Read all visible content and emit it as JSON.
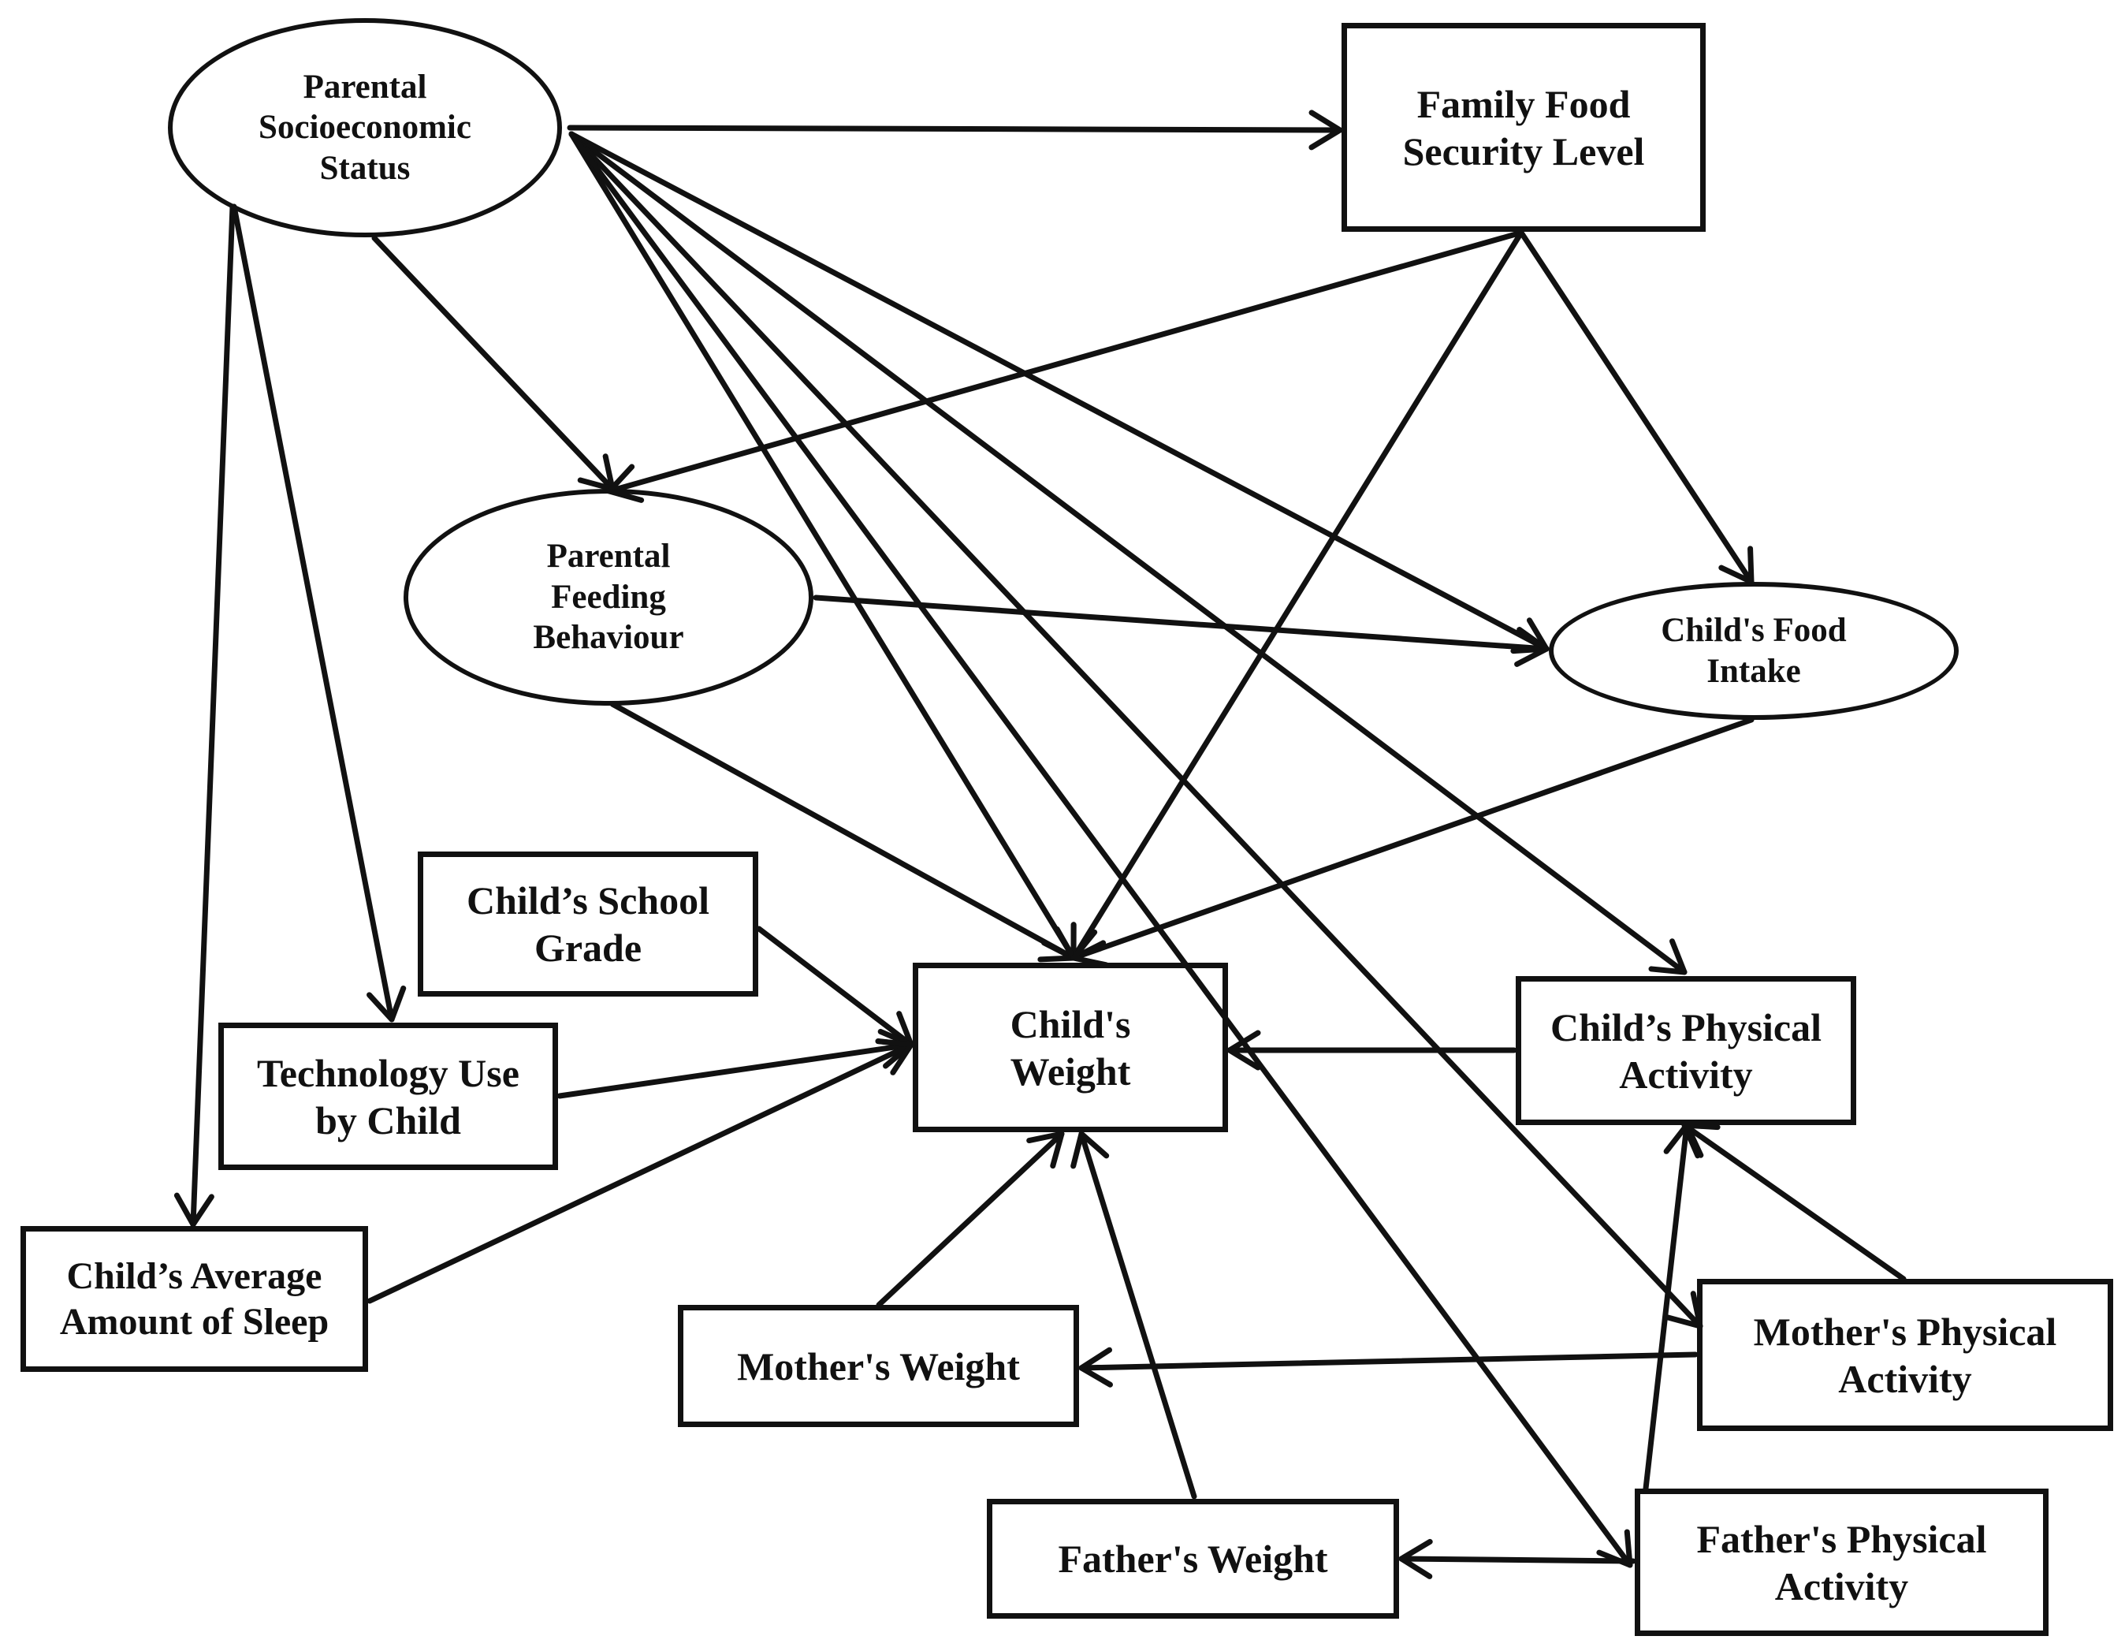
{
  "nodes": [
    {
      "id": "ses",
      "label": "Parental\nSocioeconomic\nStatus"
    },
    {
      "id": "food_security",
      "label": "Family Food\nSecurity Level"
    },
    {
      "id": "feeding",
      "label": "Parental\nFeeding\nBehaviour"
    },
    {
      "id": "food_intake",
      "label": "Child's Food\nIntake"
    },
    {
      "id": "school_grade",
      "label": "Child’s School\nGrade"
    },
    {
      "id": "tech_use",
      "label": "Technology Use\nby Child"
    },
    {
      "id": "sleep",
      "label": "Child’s Average\nAmount of Sleep"
    },
    {
      "id": "child_weight",
      "label": "Child's\nWeight"
    },
    {
      "id": "child_pa",
      "label": "Child’s Physical\nActivity"
    },
    {
      "id": "mother_pa",
      "label": "Mother's Physical\nActivity"
    },
    {
      "id": "mother_weight",
      "label": "Mother's Weight"
    },
    {
      "id": "father_weight",
      "label": "Father's Weight"
    },
    {
      "id": "father_pa",
      "label": "Father's Physical\nActivity"
    }
  ],
  "edges": [
    {
      "from": "ses",
      "to": "food_security"
    },
    {
      "from": "ses",
      "to": "feeding"
    },
    {
      "from": "ses",
      "to": "tech_use"
    },
    {
      "from": "ses",
      "to": "sleep"
    },
    {
      "from": "ses",
      "to": "child_weight"
    },
    {
      "from": "ses",
      "to": "food_intake"
    },
    {
      "from": "ses",
      "to": "child_pa"
    },
    {
      "from": "ses",
      "to": "mother_pa"
    },
    {
      "from": "ses",
      "to": "father_pa"
    },
    {
      "from": "food_security",
      "to": "feeding"
    },
    {
      "from": "food_security",
      "to": "child_weight"
    },
    {
      "from": "food_security",
      "to": "food_intake"
    },
    {
      "from": "feeding",
      "to": "food_intake"
    },
    {
      "from": "feeding",
      "to": "child_weight"
    },
    {
      "from": "food_intake",
      "to": "child_weight"
    },
    {
      "from": "school_grade",
      "to": "child_weight"
    },
    {
      "from": "tech_use",
      "to": "child_weight"
    },
    {
      "from": "sleep",
      "to": "child_weight"
    },
    {
      "from": "child_pa",
      "to": "child_weight"
    },
    {
      "from": "mother_weight",
      "to": "child_weight"
    },
    {
      "from": "father_weight",
      "to": "child_weight"
    },
    {
      "from": "mother_pa",
      "to": "child_pa"
    },
    {
      "from": "father_pa",
      "to": "child_pa"
    },
    {
      "from": "mother_pa",
      "to": "mother_weight"
    },
    {
      "from": "father_pa",
      "to": "father_weight"
    }
  ]
}
